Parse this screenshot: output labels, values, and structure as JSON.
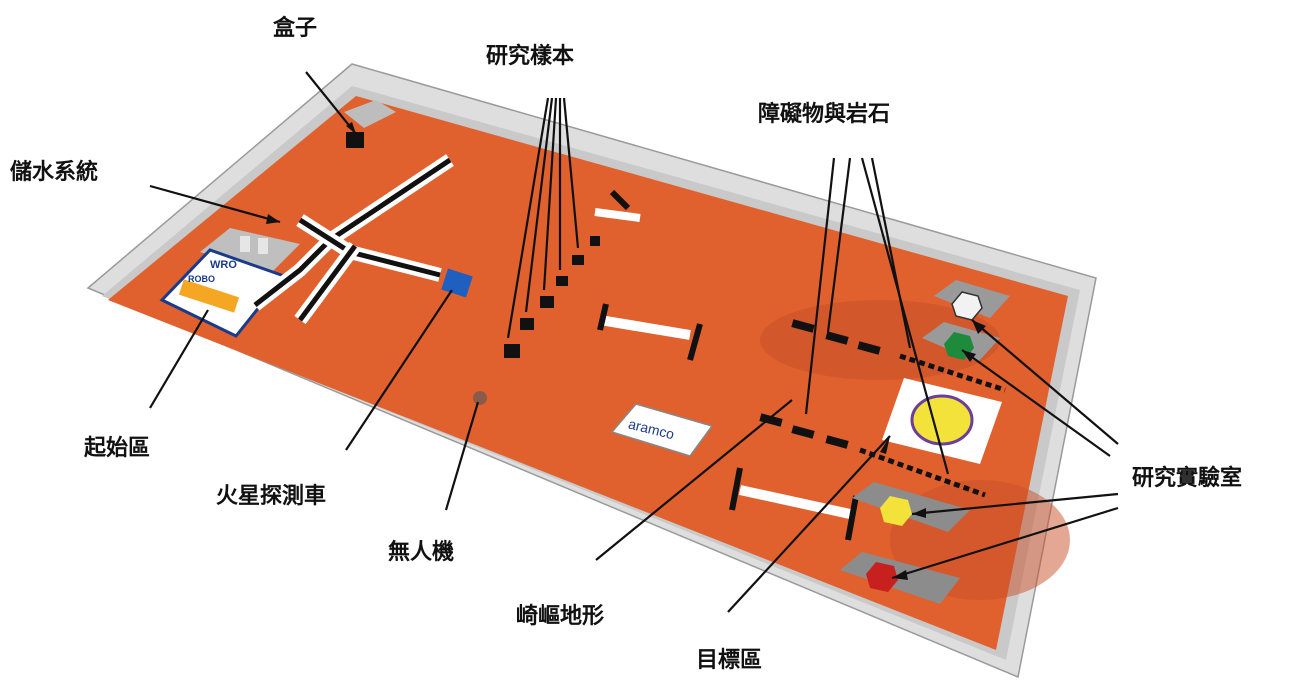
{
  "labels": {
    "box": "盒子",
    "research_samples": "研究樣本",
    "obstacles_rocks": "障礙物與岩石",
    "water_system": "儲水系統",
    "start_area": "起始區",
    "mars_rover": "火星探測車",
    "drone": "無人機",
    "rough_terrain": "崎嶇地形",
    "target_area": "目標區",
    "research_lab": "研究實驗室"
  },
  "signs": {
    "sponsor_logo": "aramco",
    "poster_logo_1": "WRO",
    "poster_logo_2": "ROBO"
  },
  "colors": {
    "mat_orange": "#e0612e",
    "wall": "#dcdcdc",
    "line_black": "#111111",
    "rover_blue": "#1f5fbf",
    "lab_white": "#f2f2f2",
    "lab_green": "#1e8a3c",
    "lab_yellow": "#f2e23a",
    "lab_red": "#c8201e"
  }
}
